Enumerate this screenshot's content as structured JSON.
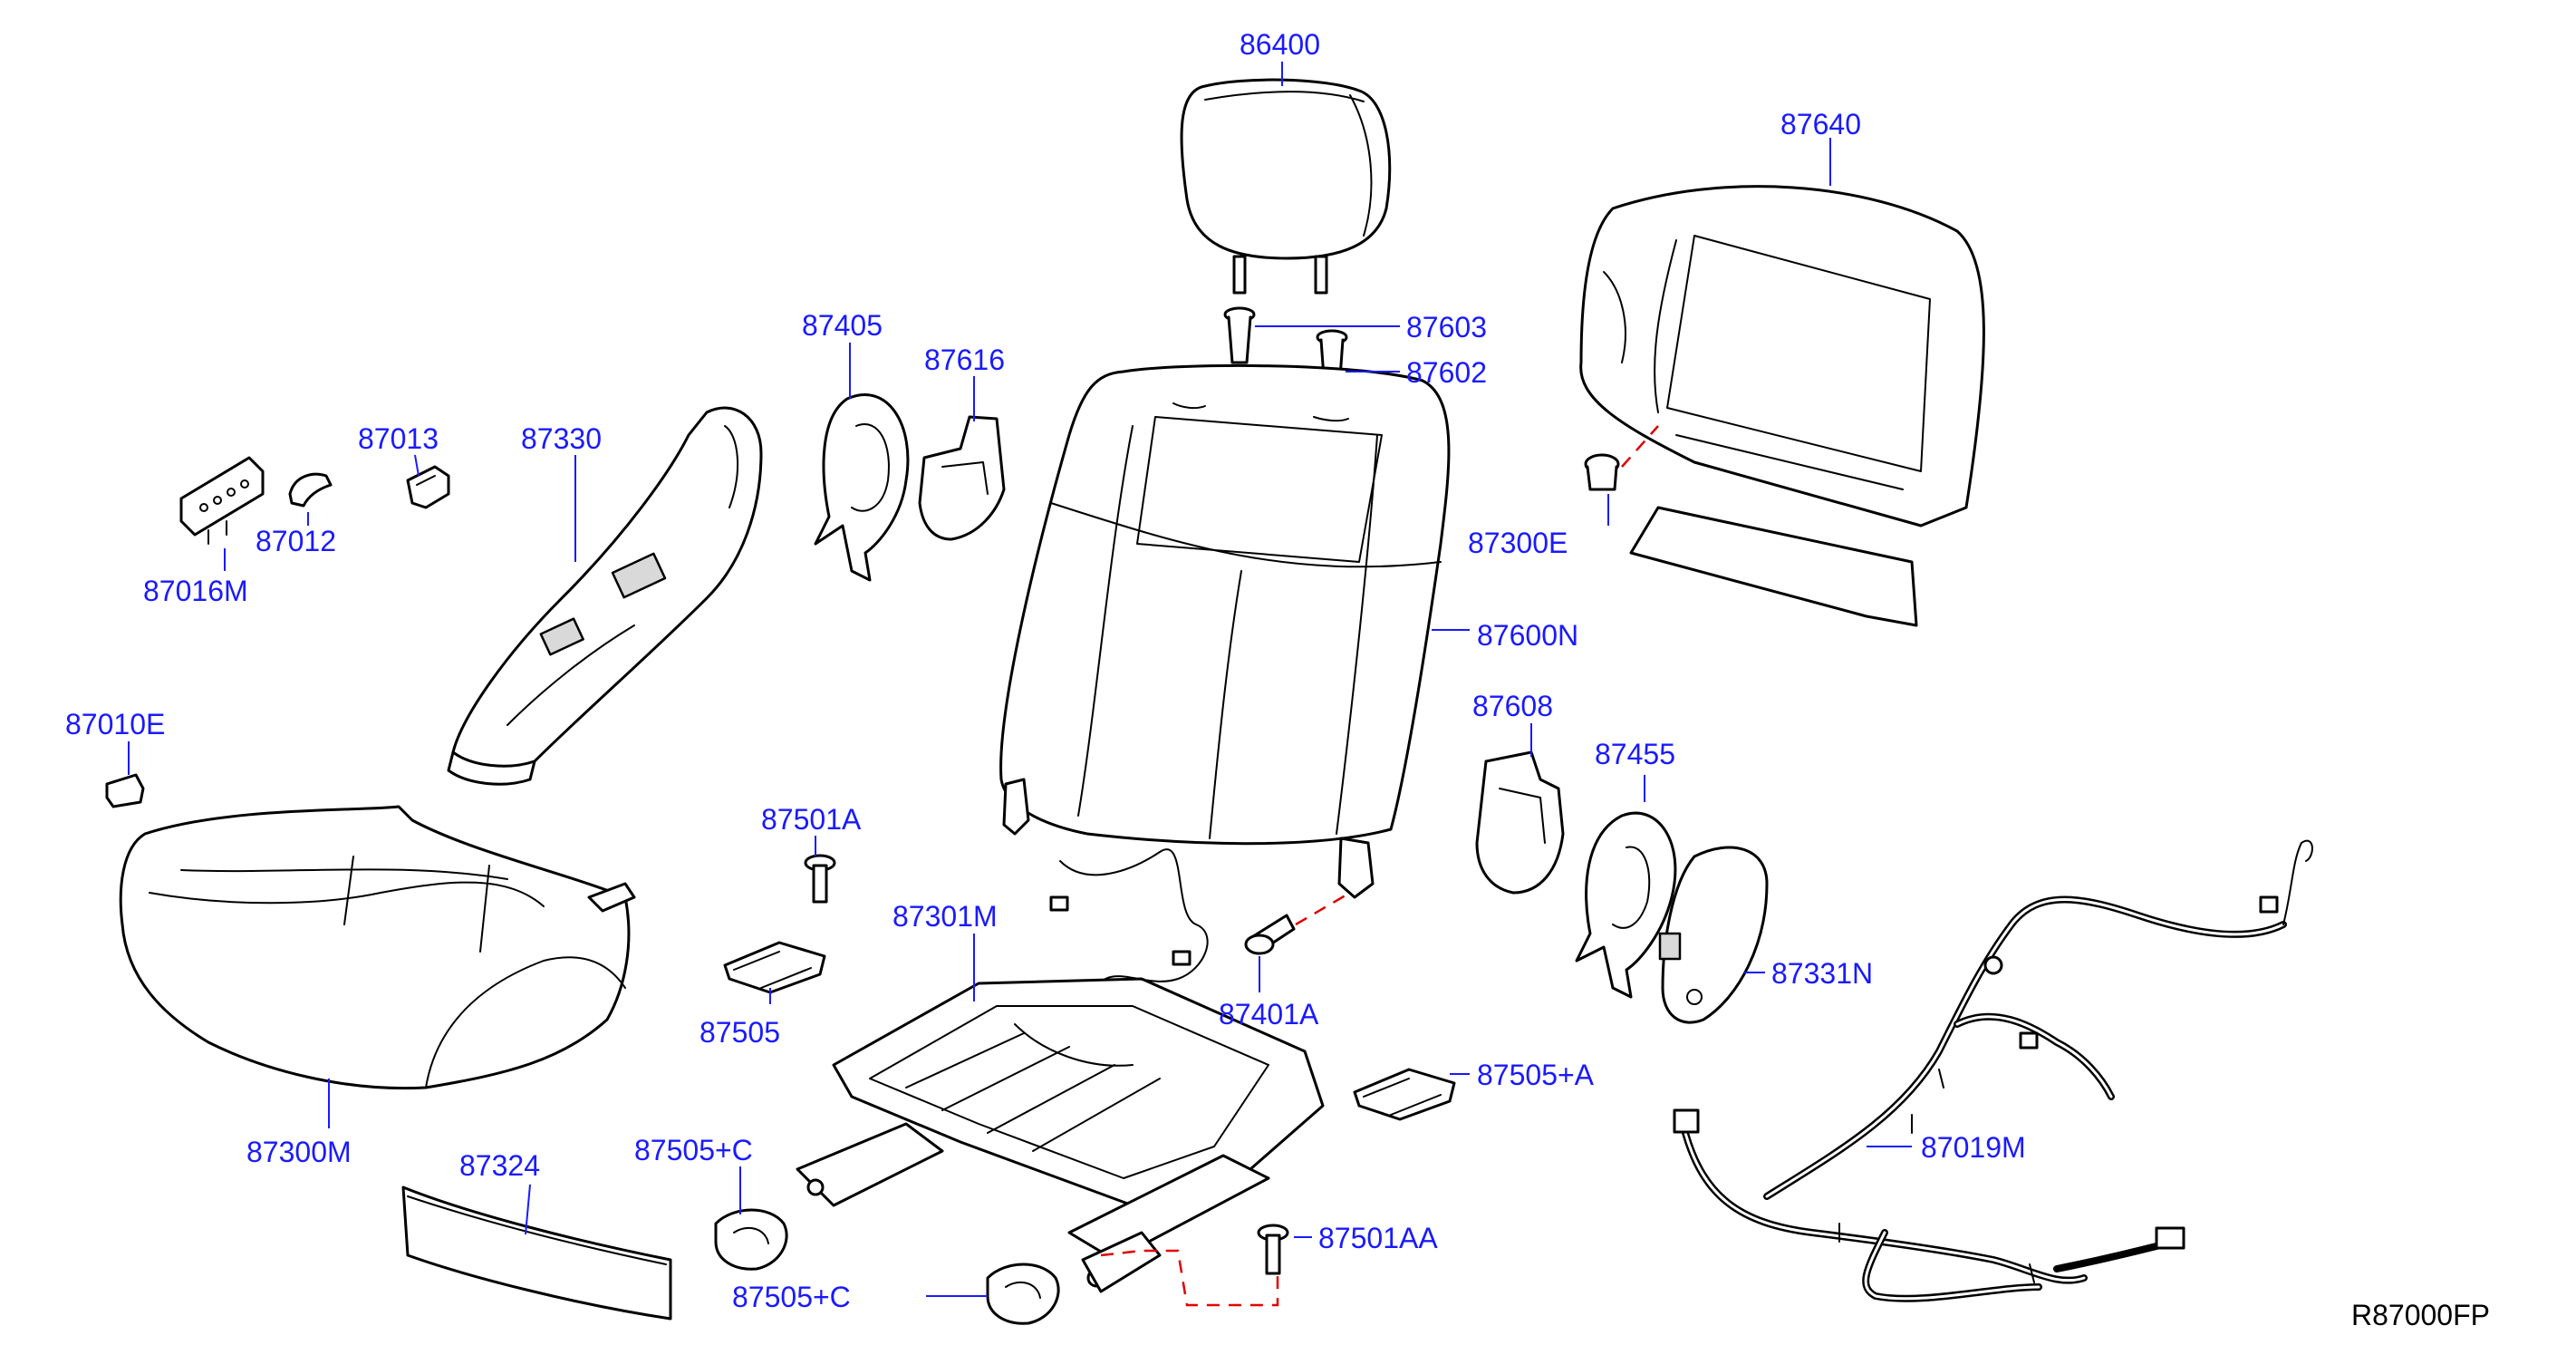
{
  "diagram_id": "R87000FP",
  "labels": [
    "86400",
    "87640",
    "87405",
    "87616",
    "87603",
    "87602",
    "87013",
    "87330",
    "87012",
    "87016M",
    "87300E",
    "87600N",
    "87010E",
    "87608",
    "87455",
    "87501A",
    "87301M",
    "87331N",
    "87505",
    "87401A",
    "87505+A",
    "87019M",
    "87300M",
    "87324",
    "87505+C",
    "87501AA",
    "87505+C"
  ]
}
